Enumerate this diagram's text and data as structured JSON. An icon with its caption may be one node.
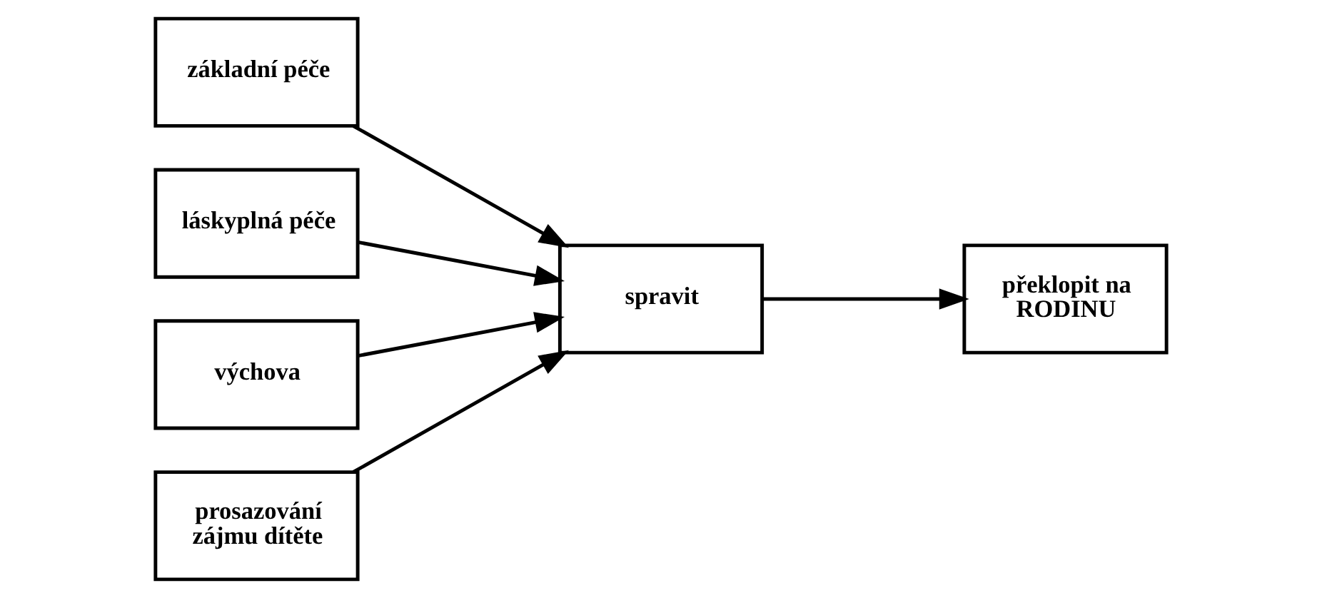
{
  "diagram": {
    "nodes": [
      {
        "text": [
          "základní péče"
        ]
      },
      {
        "text": [
          "láskyplná péče"
        ]
      },
      {
        "text": [
          "výchova"
        ]
      },
      {
        "text": [
          "prosazování zájmu dítěte"
        ]
      },
      {
        "text": [
          "spravit"
        ]
      },
      {
        "text": [
          "překlopit na RODINU"
        ]
      }
    ],
    "edges": [
      {
        "from": 0,
        "to": 4,
        "arrow": "to"
      },
      {
        "from": 1,
        "to": 4,
        "arrow": "to"
      },
      {
        "from": 2,
        "to": 4,
        "arrow": "to"
      },
      {
        "from": 3,
        "to": 4,
        "arrow": "to"
      },
      {
        "from": 4,
        "to": 5,
        "arrow": "to"
      }
    ]
  }
}
